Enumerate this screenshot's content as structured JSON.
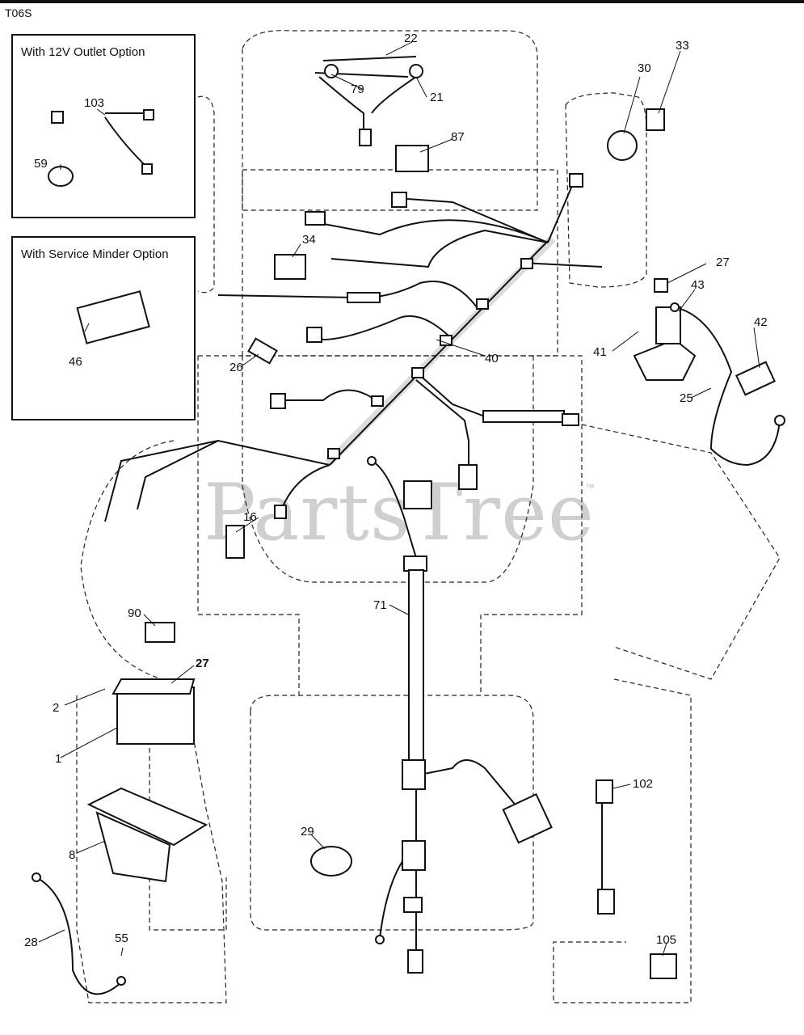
{
  "diagram": {
    "code": "T06S",
    "watermark": "PartsTree",
    "trademark": "™",
    "options": [
      {
        "title": "With 12V Outlet Option"
      },
      {
        "title": "With Service Minder Option"
      }
    ],
    "callouts": [
      "22",
      "33",
      "79",
      "21",
      "30",
      "87",
      "103",
      "59",
      "34",
      "27",
      "43",
      "42",
      "41",
      "40",
      "25",
      "46",
      "26",
      "16",
      "71",
      "90",
      "27",
      "2",
      "1",
      "102",
      "8",
      "29",
      "28",
      "55",
      "105"
    ]
  }
}
